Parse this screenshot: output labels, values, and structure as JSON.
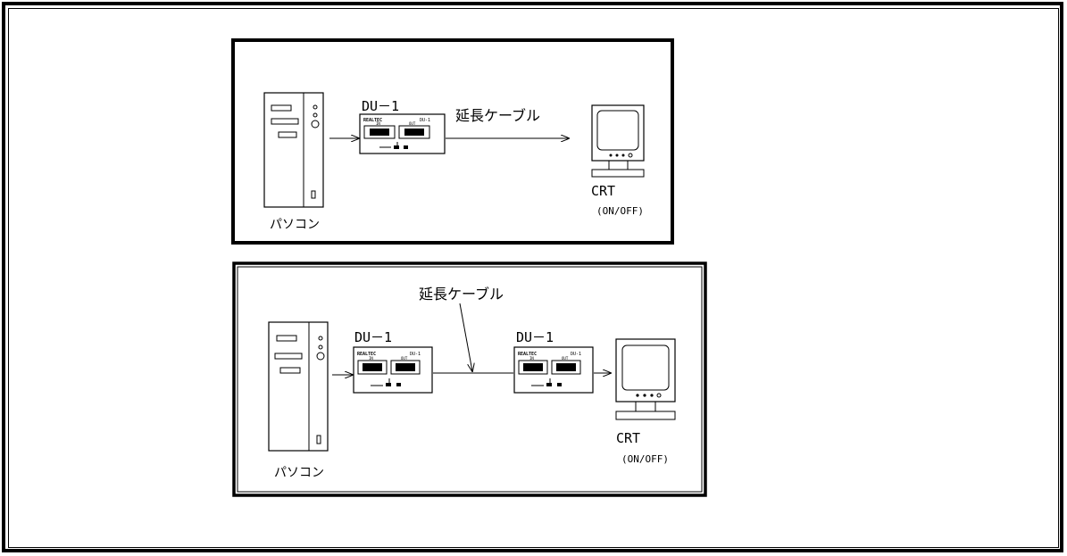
{
  "diagram_top": {
    "pc_label": "パソコン",
    "du_label": "DU－1",
    "cable_label": "延長ケーブル",
    "crt_label": "CRT",
    "crt_mode": "(ON/OFF)"
  },
  "diagram_bottom": {
    "pc_label": "パソコン",
    "du_left_label": "DU－1",
    "du_right_label": "DU－1",
    "cable_label": "延長ケーブル",
    "crt_label": "CRT",
    "crt_mode": "(ON/OFF)"
  },
  "unit_panel": {
    "brand": "REALTEC",
    "model_text": "DU-1",
    "in_label": "IN",
    "out_label": "OUT"
  }
}
